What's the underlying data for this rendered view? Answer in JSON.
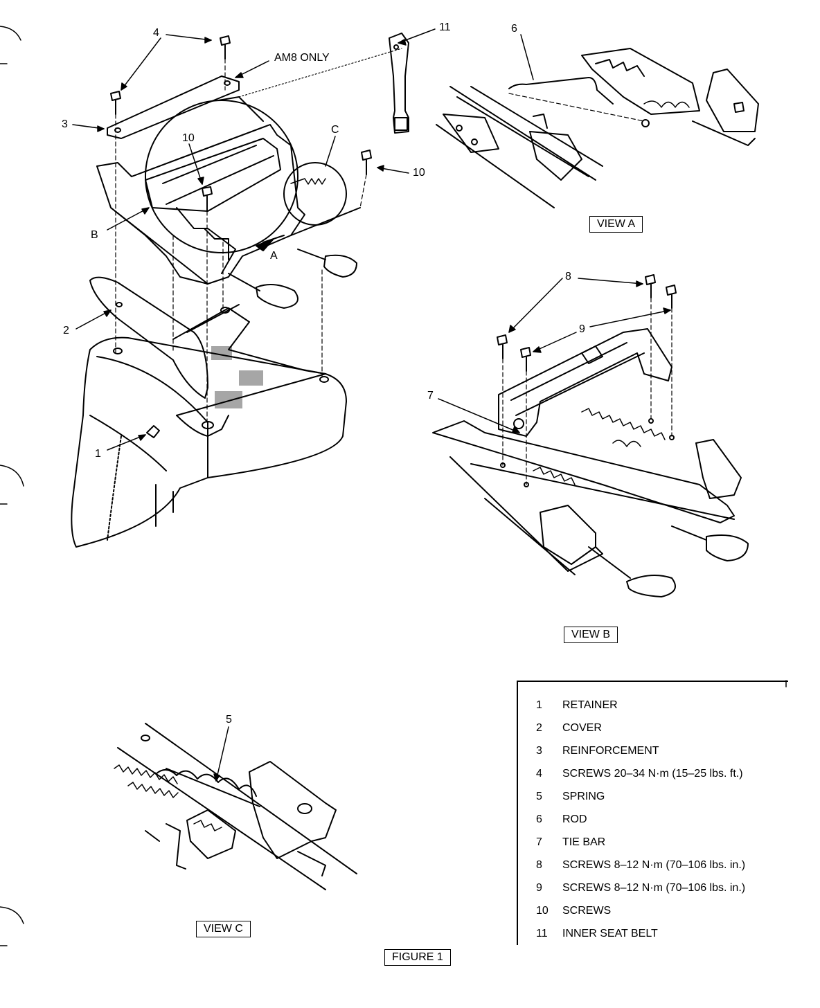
{
  "callouts": {
    "c4": "4",
    "am8": "AM8 ONLY",
    "c11": "11",
    "c6": "6",
    "c3": "3",
    "c10a": "10",
    "cC": "C",
    "c10b": "10",
    "cB": "B",
    "cA": "A",
    "c2": "2",
    "c1": "1",
    "c8": "8",
    "c9": "9",
    "c7": "7",
    "c5": "5"
  },
  "views": {
    "view_a": "VIEW A",
    "view_b": "VIEW B",
    "view_c": "VIEW C",
    "figure": "FIGURE 1"
  },
  "legend": [
    {
      "num": "1",
      "label": "RETAINER"
    },
    {
      "num": "2",
      "label": "COVER"
    },
    {
      "num": "3",
      "label": "REINFORCEMENT"
    },
    {
      "num": "4",
      "label": "SCREWS 20–34 N·m (15–25 lbs. ft.)"
    },
    {
      "num": "5",
      "label": "SPRING"
    },
    {
      "num": "6",
      "label": "ROD"
    },
    {
      "num": "7",
      "label": "TIE BAR"
    },
    {
      "num": "8",
      "label": "SCREWS 8–12 N·m (70–106 lbs. in.)"
    },
    {
      "num": "9",
      "label": "SCREWS 8–12 N·m (70–106 lbs. in.)"
    },
    {
      "num": "10",
      "label": "SCREWS"
    },
    {
      "num": "11",
      "label": "INNER SEAT BELT"
    }
  ]
}
